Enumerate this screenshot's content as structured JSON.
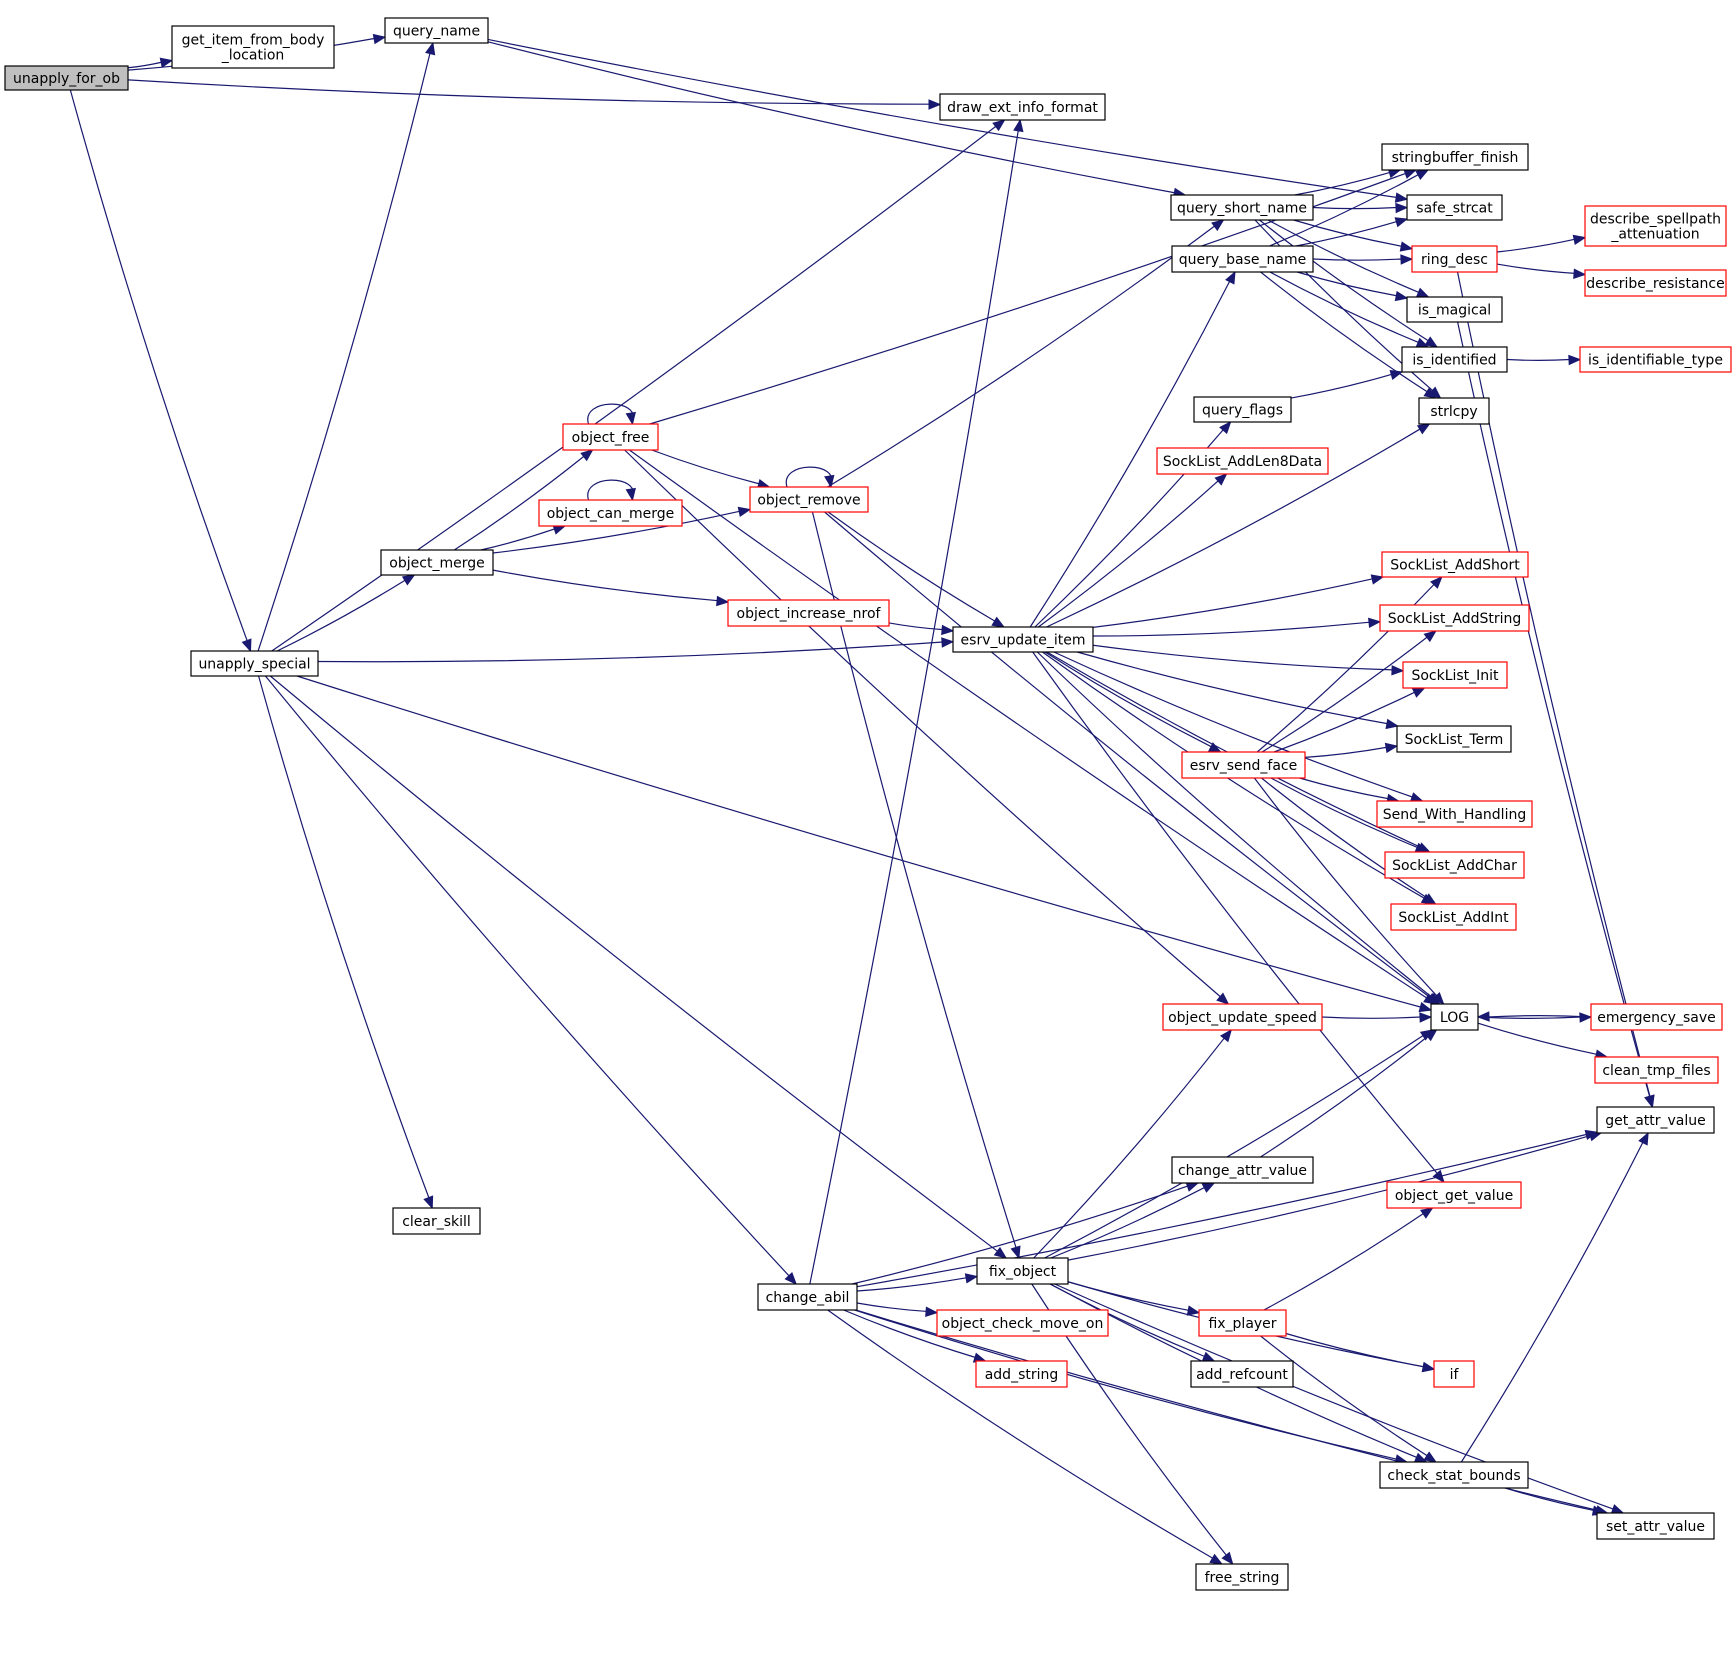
{
  "colors": {
    "edge": "#191970",
    "border_default": "#000000",
    "border_red": "#ff0000",
    "root_fill": "#bfbfbf",
    "node_fill": "#ffffff"
  },
  "nodes": [
    {
      "id": "unapply_for_ob",
      "lines": [
        "unapply_for_ob"
      ],
      "style": "root"
    },
    {
      "id": "get_item_from_body_location",
      "lines": [
        "get_item_from_body",
        "_location"
      ],
      "style": "black"
    },
    {
      "id": "query_name",
      "lines": [
        "query_name"
      ],
      "style": "black"
    },
    {
      "id": "draw_ext_info_format",
      "lines": [
        "draw_ext_info_format"
      ],
      "style": "black"
    },
    {
      "id": "stringbuffer_finish",
      "lines": [
        "stringbuffer_finish"
      ],
      "style": "black"
    },
    {
      "id": "query_short_name",
      "lines": [
        "query_short_name"
      ],
      "style": "black"
    },
    {
      "id": "safe_strcat",
      "lines": [
        "safe_strcat"
      ],
      "style": "black"
    },
    {
      "id": "describe_spellpath_attenuation",
      "lines": [
        "describe_spellpath",
        "_attenuation"
      ],
      "style": "red"
    },
    {
      "id": "query_base_name",
      "lines": [
        "query_base_name"
      ],
      "style": "black"
    },
    {
      "id": "ring_desc",
      "lines": [
        "ring_desc"
      ],
      "style": "red"
    },
    {
      "id": "describe_resistance",
      "lines": [
        "describe_resistance"
      ],
      "style": "red"
    },
    {
      "id": "is_magical",
      "lines": [
        "is_magical"
      ],
      "style": "black"
    },
    {
      "id": "is_identified",
      "lines": [
        "is_identified"
      ],
      "style": "black"
    },
    {
      "id": "is_identifiable_type",
      "lines": [
        "is_identifiable_type"
      ],
      "style": "red"
    },
    {
      "id": "query_flags",
      "lines": [
        "query_flags"
      ],
      "style": "black"
    },
    {
      "id": "strlcpy",
      "lines": [
        "strlcpy"
      ],
      "style": "black"
    },
    {
      "id": "object_free",
      "lines": [
        "object_free"
      ],
      "style": "red"
    },
    {
      "id": "SockList_AddLen8Data",
      "lines": [
        "SockList_AddLen8Data"
      ],
      "style": "red"
    },
    {
      "id": "object_remove",
      "lines": [
        "object_remove"
      ],
      "style": "red"
    },
    {
      "id": "object_can_merge",
      "lines": [
        "object_can_merge"
      ],
      "style": "red"
    },
    {
      "id": "object_merge",
      "lines": [
        "object_merge"
      ],
      "style": "black"
    },
    {
      "id": "SockList_AddShort",
      "lines": [
        "SockList_AddShort"
      ],
      "style": "red"
    },
    {
      "id": "object_increase_nrof",
      "lines": [
        "object_increase_nrof"
      ],
      "style": "red"
    },
    {
      "id": "SockList_AddString",
      "lines": [
        "SockList_AddString"
      ],
      "style": "red"
    },
    {
      "id": "esrv_update_item",
      "lines": [
        "esrv_update_item"
      ],
      "style": "black"
    },
    {
      "id": "unapply_special",
      "lines": [
        "unapply_special"
      ],
      "style": "black"
    },
    {
      "id": "SockList_Init",
      "lines": [
        "SockList_Init"
      ],
      "style": "red"
    },
    {
      "id": "SockList_Term",
      "lines": [
        "SockList_Term"
      ],
      "style": "black"
    },
    {
      "id": "esrv_send_face",
      "lines": [
        "esrv_send_face"
      ],
      "style": "red"
    },
    {
      "id": "Send_With_Handling",
      "lines": [
        "Send_With_Handling"
      ],
      "style": "red"
    },
    {
      "id": "SockList_AddChar",
      "lines": [
        "SockList_AddChar"
      ],
      "style": "red"
    },
    {
      "id": "SockList_AddInt",
      "lines": [
        "SockList_AddInt"
      ],
      "style": "red"
    },
    {
      "id": "object_update_speed",
      "lines": [
        "object_update_speed"
      ],
      "style": "red"
    },
    {
      "id": "LOG",
      "lines": [
        "LOG"
      ],
      "style": "black"
    },
    {
      "id": "emergency_save",
      "lines": [
        "emergency_save"
      ],
      "style": "red"
    },
    {
      "id": "clean_tmp_files",
      "lines": [
        "clean_tmp_files"
      ],
      "style": "red"
    },
    {
      "id": "get_attr_value",
      "lines": [
        "get_attr_value"
      ],
      "style": "black"
    },
    {
      "id": "change_attr_value",
      "lines": [
        "change_attr_value"
      ],
      "style": "black"
    },
    {
      "id": "object_get_value",
      "lines": [
        "object_get_value"
      ],
      "style": "red"
    },
    {
      "id": "clear_skill",
      "lines": [
        "clear_skill"
      ],
      "style": "black"
    },
    {
      "id": "fix_object",
      "lines": [
        "fix_object"
      ],
      "style": "black"
    },
    {
      "id": "change_abil",
      "lines": [
        "change_abil"
      ],
      "style": "black"
    },
    {
      "id": "object_check_move_on",
      "lines": [
        "object_check_move_on"
      ],
      "style": "red"
    },
    {
      "id": "fix_player",
      "lines": [
        "fix_player"
      ],
      "style": "red"
    },
    {
      "id": "add_string",
      "lines": [
        "add_string"
      ],
      "style": "red"
    },
    {
      "id": "add_refcount",
      "lines": [
        "add_refcount"
      ],
      "style": "black"
    },
    {
      "id": "if",
      "lines": [
        "if"
      ],
      "style": "red"
    },
    {
      "id": "check_stat_bounds",
      "lines": [
        "check_stat_bounds"
      ],
      "style": "black"
    },
    {
      "id": "set_attr_value",
      "lines": [
        "set_attr_value"
      ],
      "style": "black"
    },
    {
      "id": "free_string",
      "lines": [
        "free_string"
      ],
      "style": "black"
    }
  ],
  "edges": [
    [
      "unapply_for_ob",
      "get_item_from_body_location"
    ],
    [
      "unapply_for_ob",
      "query_name"
    ],
    [
      "unapply_for_ob",
      "draw_ext_info_format"
    ],
    [
      "unapply_for_ob",
      "unapply_special"
    ],
    [
      "query_name",
      "query_short_name"
    ],
    [
      "query_name",
      "safe_strcat"
    ],
    [
      "query_short_name",
      "stringbuffer_finish"
    ],
    [
      "query_short_name",
      "safe_strcat"
    ],
    [
      "query_short_name",
      "ring_desc"
    ],
    [
      "query_short_name",
      "is_magical"
    ],
    [
      "query_short_name",
      "is_identified"
    ],
    [
      "query_short_name",
      "strlcpy"
    ],
    [
      "query_base_name",
      "stringbuffer_finish"
    ],
    [
      "query_base_name",
      "safe_strcat"
    ],
    [
      "query_base_name",
      "ring_desc"
    ],
    [
      "query_base_name",
      "is_magical"
    ],
    [
      "query_base_name",
      "is_identified"
    ],
    [
      "query_base_name",
      "strlcpy"
    ],
    [
      "ring_desc",
      "describe_spellpath_attenuation"
    ],
    [
      "ring_desc",
      "describe_resistance"
    ],
    [
      "ring_desc",
      "get_attr_value"
    ],
    [
      "is_magical",
      "get_attr_value"
    ],
    [
      "is_identified",
      "is_identifiable_type"
    ],
    [
      "query_flags",
      "is_identified"
    ],
    [
      "object_free",
      "object_free"
    ],
    [
      "object_free",
      "stringbuffer_finish"
    ],
    [
      "object_free",
      "LOG"
    ],
    [
      "object_free",
      "object_remove"
    ],
    [
      "object_free",
      "object_update_speed"
    ],
    [
      "object_remove",
      "object_remove"
    ],
    [
      "object_remove",
      "query_short_name"
    ],
    [
      "object_remove",
      "LOG"
    ],
    [
      "object_remove",
      "esrv_update_item"
    ],
    [
      "object_remove",
      "fix_object"
    ],
    [
      "object_can_merge",
      "object_can_merge"
    ],
    [
      "object_merge",
      "object_free"
    ],
    [
      "object_merge",
      "object_can_merge"
    ],
    [
      "object_merge",
      "object_remove"
    ],
    [
      "object_merge",
      "object_increase_nrof"
    ],
    [
      "object_increase_nrof",
      "esrv_update_item"
    ],
    [
      "unapply_special",
      "query_name"
    ],
    [
      "unapply_special",
      "draw_ext_info_format"
    ],
    [
      "unapply_special",
      "object_merge"
    ],
    [
      "unapply_special",
      "esrv_update_item"
    ],
    [
      "unapply_special",
      "LOG"
    ],
    [
      "unapply_special",
      "clear_skill"
    ],
    [
      "unapply_special",
      "fix_object"
    ],
    [
      "unapply_special",
      "change_abil"
    ],
    [
      "esrv_update_item",
      "query_base_name"
    ],
    [
      "esrv_update_item",
      "query_flags"
    ],
    [
      "esrv_update_item",
      "SockList_AddLen8Data"
    ],
    [
      "esrv_update_item",
      "strlcpy"
    ],
    [
      "esrv_update_item",
      "SockList_AddShort"
    ],
    [
      "esrv_update_item",
      "SockList_AddString"
    ],
    [
      "esrv_update_item",
      "SockList_Init"
    ],
    [
      "esrv_update_item",
      "SockList_Term"
    ],
    [
      "esrv_update_item",
      "esrv_send_face"
    ],
    [
      "esrv_update_item",
      "Send_With_Handling"
    ],
    [
      "esrv_update_item",
      "SockList_AddChar"
    ],
    [
      "esrv_update_item",
      "SockList_AddInt"
    ],
    [
      "esrv_update_item",
      "LOG"
    ],
    [
      "esrv_update_item",
      "object_get_value"
    ],
    [
      "esrv_send_face",
      "SockList_AddShort"
    ],
    [
      "esrv_send_face",
      "SockList_AddString"
    ],
    [
      "esrv_send_face",
      "SockList_Init"
    ],
    [
      "esrv_send_face",
      "SockList_Term"
    ],
    [
      "esrv_send_face",
      "Send_With_Handling"
    ],
    [
      "esrv_send_face",
      "SockList_AddChar"
    ],
    [
      "esrv_send_face",
      "SockList_AddInt"
    ],
    [
      "esrv_send_face",
      "LOG"
    ],
    [
      "object_update_speed",
      "LOG"
    ],
    [
      "LOG",
      "emergency_save"
    ],
    [
      "LOG",
      "clean_tmp_files"
    ],
    [
      "emergency_save",
      "LOG"
    ],
    [
      "change_attr_value",
      "LOG"
    ],
    [
      "fix_object",
      "object_update_speed"
    ],
    [
      "fix_object",
      "change_attr_value"
    ],
    [
      "fix_object",
      "LOG"
    ],
    [
      "fix_object",
      "get_attr_value"
    ],
    [
      "fix_object",
      "fix_player"
    ],
    [
      "fix_object",
      "add_refcount"
    ],
    [
      "fix_object",
      "if"
    ],
    [
      "fix_object",
      "check_stat_bounds"
    ],
    [
      "fix_object",
      "set_attr_value"
    ],
    [
      "fix_object",
      "free_string"
    ],
    [
      "fix_player",
      "object_get_value"
    ],
    [
      "fix_player",
      "if"
    ],
    [
      "fix_player",
      "check_stat_bounds"
    ],
    [
      "check_stat_bounds",
      "get_attr_value"
    ],
    [
      "check_stat_bounds",
      "set_attr_value"
    ],
    [
      "change_abil",
      "draw_ext_info_format"
    ],
    [
      "change_abil",
      "get_attr_value"
    ],
    [
      "change_abil",
      "change_attr_value"
    ],
    [
      "change_abil",
      "fix_object"
    ],
    [
      "change_abil",
      "object_check_move_on"
    ],
    [
      "change_abil",
      "add_string"
    ],
    [
      "change_abil",
      "free_string"
    ],
    [
      "change_abil",
      "check_stat_bounds"
    ],
    [
      "change_abil",
      "set_attr_value"
    ]
  ]
}
